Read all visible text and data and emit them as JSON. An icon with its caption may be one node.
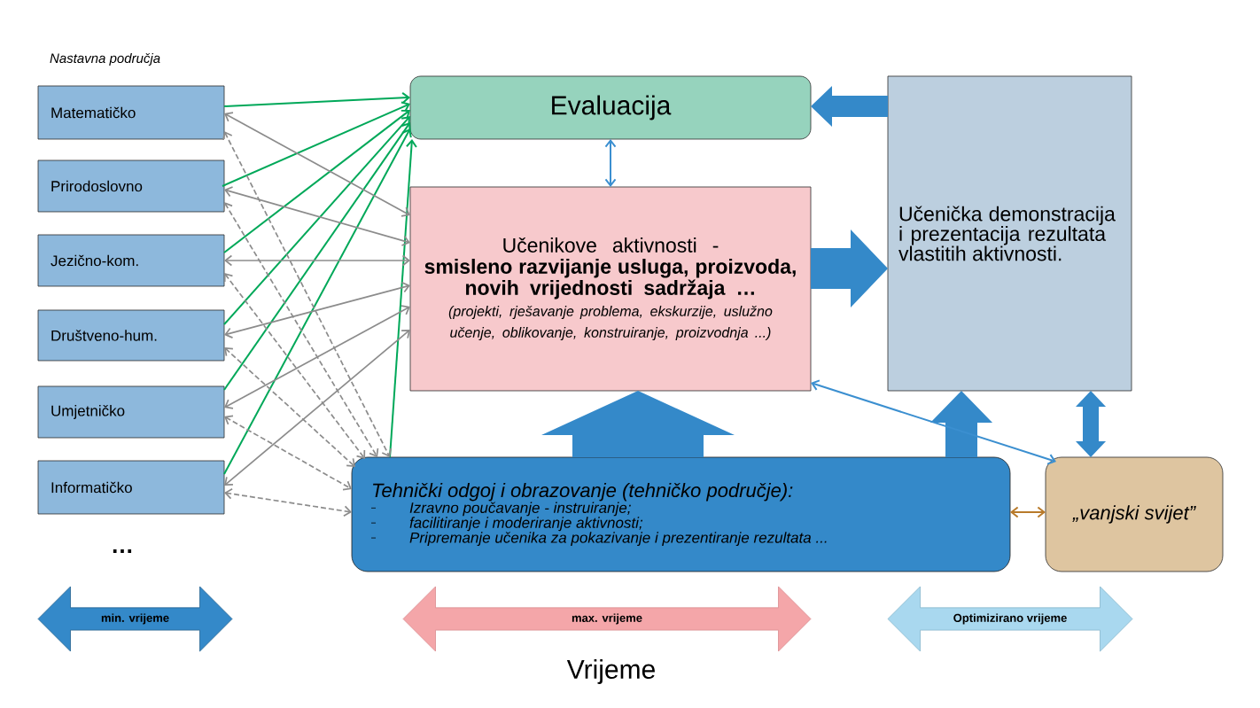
{
  "diagram": {
    "nodes": [
      {
        "text": [
          "Matematičko"
        ]
      },
      {
        "text": [
          "Prirodoslovno"
        ]
      },
      {
        "text": [
          "Jezično-kom."
        ]
      },
      {
        "text": [
          "Društveno-hum."
        ]
      },
      {
        "text": [
          "Umjetničko"
        ]
      },
      {
        "text": [
          "Informatičko"
        ]
      },
      {
        "text": [
          "Evaluacija"
        ]
      },
      {
        "text": [
          "Učenikove aktivnosti -",
          "smisleno razvijanje usluga, proizvoda, novih vrijednosti sadržaja …",
          "(projekti, rješavanje problema, ekskurzije, uslužno učenje, oblikovanje, konstruiranje, proizvodnja ...)"
        ]
      },
      {
        "text": [
          "Učenička demonstracija i prezentacija rezultata vlastitih aktivnosti."
        ]
      },
      {
        "text": [
          "Tehnički odgoj i obrazovanje (tehničko područje):",
          "Izravno poučavanje - instruiranje;",
          "facilitiranje i moderiranje aktivnosti;",
          "Pripremanje učenika za pokazivanje i prezentiranje rezultata ..."
        ]
      },
      {
        "text": [
          "„vanjski svijet”"
        ]
      },
      {
        "text": [
          "min. vrijeme"
        ]
      },
      {
        "text": [
          "max. vrijeme"
        ]
      },
      {
        "text": [
          "Optimizirano vrijeme"
        ]
      }
    ],
    "edges": [
      {
        "from": 0,
        "to": 6,
        "arrow": "to",
        "color": "#00a859"
      },
      {
        "from": 1,
        "to": 6,
        "arrow": "to",
        "color": "#00a859"
      },
      {
        "from": 2,
        "to": 6,
        "arrow": "to",
        "color": "#00a859"
      },
      {
        "from": 3,
        "to": 6,
        "arrow": "to",
        "color": "#00a859"
      },
      {
        "from": 4,
        "to": 6,
        "arrow": "to",
        "color": "#00a859"
      },
      {
        "from": 5,
        "to": 6,
        "arrow": "to",
        "color": "#00a859"
      },
      {
        "from": 9,
        "to": 6,
        "arrow": "to",
        "color": "#00a859"
      },
      {
        "from": 0,
        "to": 7,
        "arrow": "both"
      },
      {
        "from": 1,
        "to": 7,
        "arrow": "both"
      },
      {
        "from": 2,
        "to": 7,
        "arrow": "both"
      },
      {
        "from": 3,
        "to": 7,
        "arrow": "both"
      },
      {
        "from": 4,
        "to": 7,
        "arrow": "both"
      },
      {
        "from": 5,
        "to": 7,
        "arrow": "both"
      },
      {
        "from": 0,
        "to": 9,
        "arrow": "both",
        "style": "dashed"
      },
      {
        "from": 1,
        "to": 9,
        "arrow": "both",
        "style": "dashed"
      },
      {
        "from": 2,
        "to": 9,
        "arrow": "both",
        "style": "dashed"
      },
      {
        "from": 3,
        "to": 9,
        "arrow": "both",
        "style": "dashed"
      },
      {
        "from": 4,
        "to": 9,
        "arrow": "both",
        "style": "dashed"
      },
      {
        "from": 5,
        "to": 9,
        "arrow": "both",
        "style": "dashed"
      },
      {
        "from": 6,
        "to": 7,
        "arrow": "both",
        "color": "#3b8fd0"
      },
      {
        "from": 8,
        "to": 6,
        "arrow": "to",
        "style": "thick",
        "color": "#3489c9"
      },
      {
        "from": 7,
        "to": 8,
        "arrow": "to",
        "style": "thick",
        "color": "#3489c9"
      },
      {
        "from": 9,
        "to": 7,
        "arrow": "to",
        "style": "thick",
        "color": "#3489c9"
      },
      {
        "from": 9,
        "to": 8,
        "arrow": "to",
        "style": "thick",
        "color": "#3489c9"
      },
      {
        "from": 8,
        "to": 10,
        "arrow": "both",
        "style": "thick",
        "color": "#3489c9"
      },
      {
        "from": 7,
        "to": 10,
        "arrow": "both",
        "color": "#3b8fd0"
      },
      {
        "from": 9,
        "to": 10,
        "arrow": "both",
        "color": "#b87a2a"
      }
    ],
    "labels": [
      "Nastavna područja",
      "…",
      "Vrijeme"
    ]
  }
}
